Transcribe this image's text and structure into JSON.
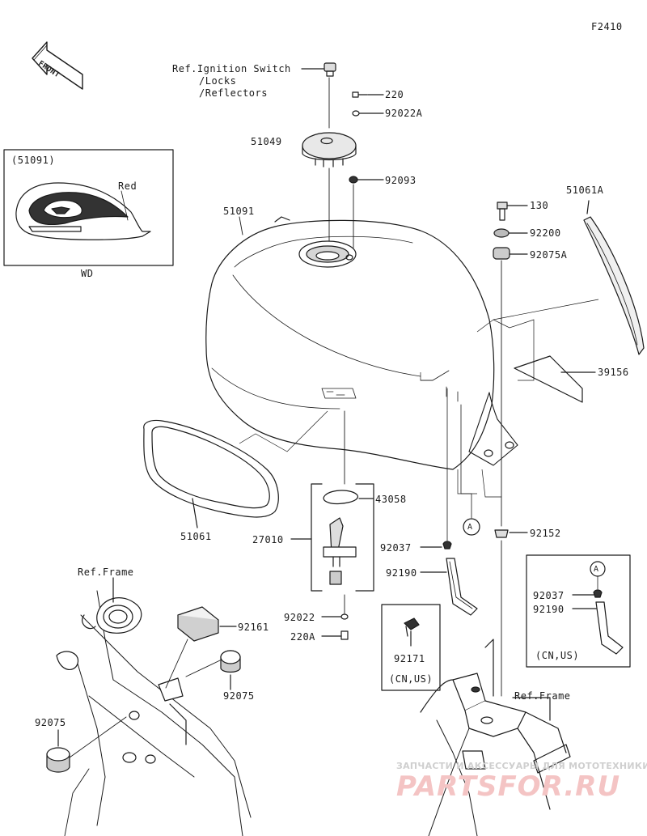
{
  "figure_code": "F2410",
  "front_label": "FRONT",
  "inset_wd": {
    "ref": "(51091)",
    "color_label": "Red",
    "caption": "WD"
  },
  "inset_cn_us_a": {
    "circle": "A",
    "part1": "92037",
    "part2": "92190",
    "caption": "(CN,US)"
  },
  "inset_cn_us_b": {
    "part": "92171",
    "caption": "(CN,US)"
  },
  "refs": {
    "ignition_line1": "Ref.Ignition Switch",
    "ignition_line2": "/Locks",
    "ignition_line3": "/Reflectors",
    "frame_left": "Ref.Frame",
    "frame_right": "Ref.Frame"
  },
  "circle_marker": "A",
  "parts": {
    "p220": "220",
    "p92022a": "92022A",
    "p51049": "51049",
    "p92093": "92093",
    "p51091": "51091",
    "p130": "130",
    "p51061a": "51061A",
    "p92200": "92200",
    "p92075a": "92075A",
    "p39156": "39156",
    "p43058": "43058",
    "p27010": "27010",
    "p51061": "51061",
    "p92037": "92037",
    "p92152": "92152",
    "p92190": "92190",
    "p92022": "92022",
    "p220a": "220A",
    "p92161": "92161",
    "p92075r": "92075",
    "p92075l": "92075"
  },
  "watermark": {
    "line1": "ЗАПЧАСТИ И АКСЕССУАРЫ ДЛЯ МОТОТЕХНИКИ",
    "line2": "PARTSFOR.RU"
  }
}
